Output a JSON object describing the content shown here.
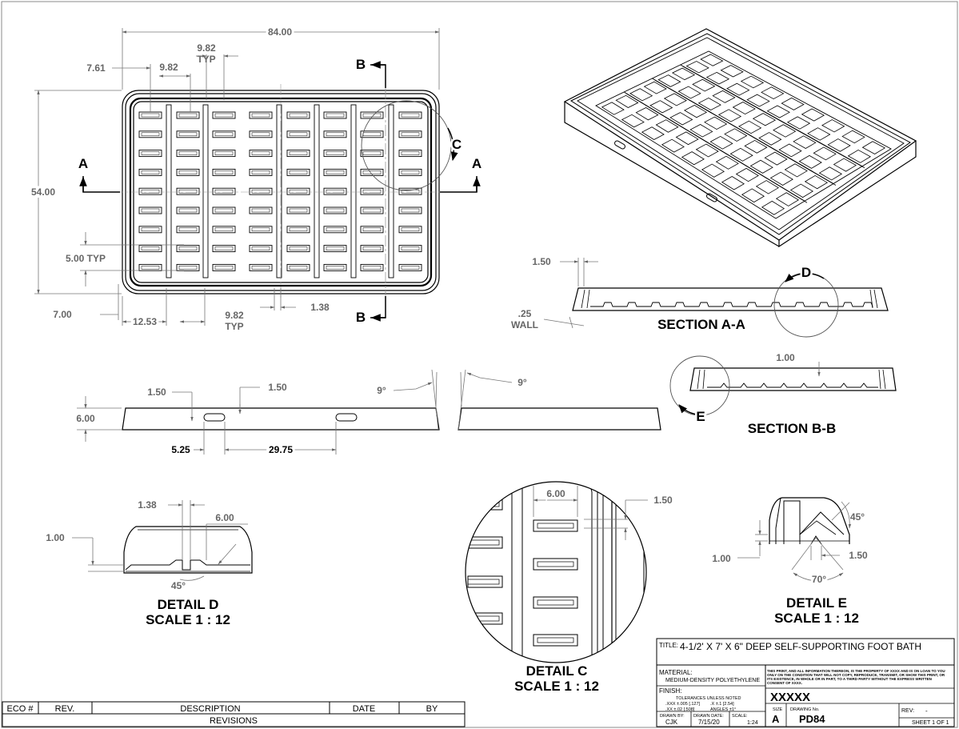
{
  "dimensions": {
    "top_overall": "84.00",
    "top_side": "54.00",
    "top_761": "7.61",
    "top_982a": "9.82",
    "top_982b": "9.82",
    "top_typ": "TYP",
    "top_500": "5.00 TYP",
    "top_700": "7.00",
    "top_1253": "12.53",
    "top_982c": "9.82",
    "top_typ2": "TYP",
    "top_138": "1.38",
    "saa_150": "1.50",
    "saa_wall_val": ".25",
    "saa_wall": "WALL",
    "sbb_100": "1.00",
    "side_150a": "1.50",
    "side_150b": "1.50",
    "side_600": "6.00",
    "side_525": "5.25",
    "side_2975": "29.75",
    "end_9a": "9°",
    "end_9b": "9°",
    "dd_138": "1.38",
    "dd_600": "6.00",
    "dd_100": "1.00",
    "dd_45": "45°",
    "dc_600": "6.00",
    "dc_150": "1.50",
    "de_45": "45°",
    "de_100": "1.00",
    "de_150": "1.50",
    "de_70": "70°"
  },
  "markers": {
    "a_left": "A",
    "a_right": "A",
    "b_top": "B",
    "b_bottom": "B",
    "c": "C",
    "d": "D",
    "e": "E"
  },
  "views": {
    "section_aa": "SECTION A-A",
    "section_bb": "SECTION B-B",
    "detail_d": "DETAIL D",
    "detail_d_scale": "SCALE 1 : 12",
    "detail_c": "DETAIL C",
    "detail_c_scale": "SCALE 1 : 12",
    "detail_e": "DETAIL E",
    "detail_e_scale": "SCALE 1 : 12"
  },
  "title_block": {
    "title_label": "TITLE:",
    "title": "4-1/2' X 7' X 6\" DEEP SELF-SUPPORTING FOOT BATH",
    "material_label": "MATERIAL:",
    "material": "MEDIUM-DENSITY POLYETHYLENE",
    "finish_label": "FINISH:",
    "tol_head": "TOLERANCES UNLESS NOTED",
    "tol_xxx": ".XXX ±.005 [.127]",
    "tol_x": ".X ±.1 [2.54]",
    "tol_xx": ".XX ±.02 [.508]",
    "tol_angles": "ANGLES ±1°",
    "drawn_by_label": "DRAWN BY:",
    "drawn_by": "CJK",
    "drawn_date_label": "DRAWN DATE:",
    "drawn_date": "7/15/20",
    "scale_label": "SCALE:",
    "scale": "1:24",
    "notice_1": "THIS PRINT, AND ALL INFORMATION THEREON, IS THE PROPERTY OF XXXX AND IS ON LOAN TO YOU",
    "notice_2": "ONLY ON THE CONDITION THAT WILL NOT COPY, REPRODUCE, TRANSMIT, OR SHOW THIS PRINT, OR",
    "notice_3": "ITS EXISTENCE, IN WHOLE OR IN PART, TO A THIRD PARTY WITHOUT THE EXPRESS WRITTEN",
    "notice_4": "CONSENT OF XXXX.",
    "company": "XXXXX",
    "size_label": "SIZE",
    "size": "A",
    "drawing_no_label": "DRAWING No.",
    "drawing_no": "PD84",
    "rev_label": "REV:",
    "rev": "-",
    "sheet": "SHEET 1 OF 1"
  },
  "revisions": {
    "col_eco": "ECO #",
    "col_rev": "REV.",
    "col_desc": "DESCRIPTION",
    "col_date": "DATE",
    "col_by": "BY",
    "title": "REVISIONS"
  }
}
